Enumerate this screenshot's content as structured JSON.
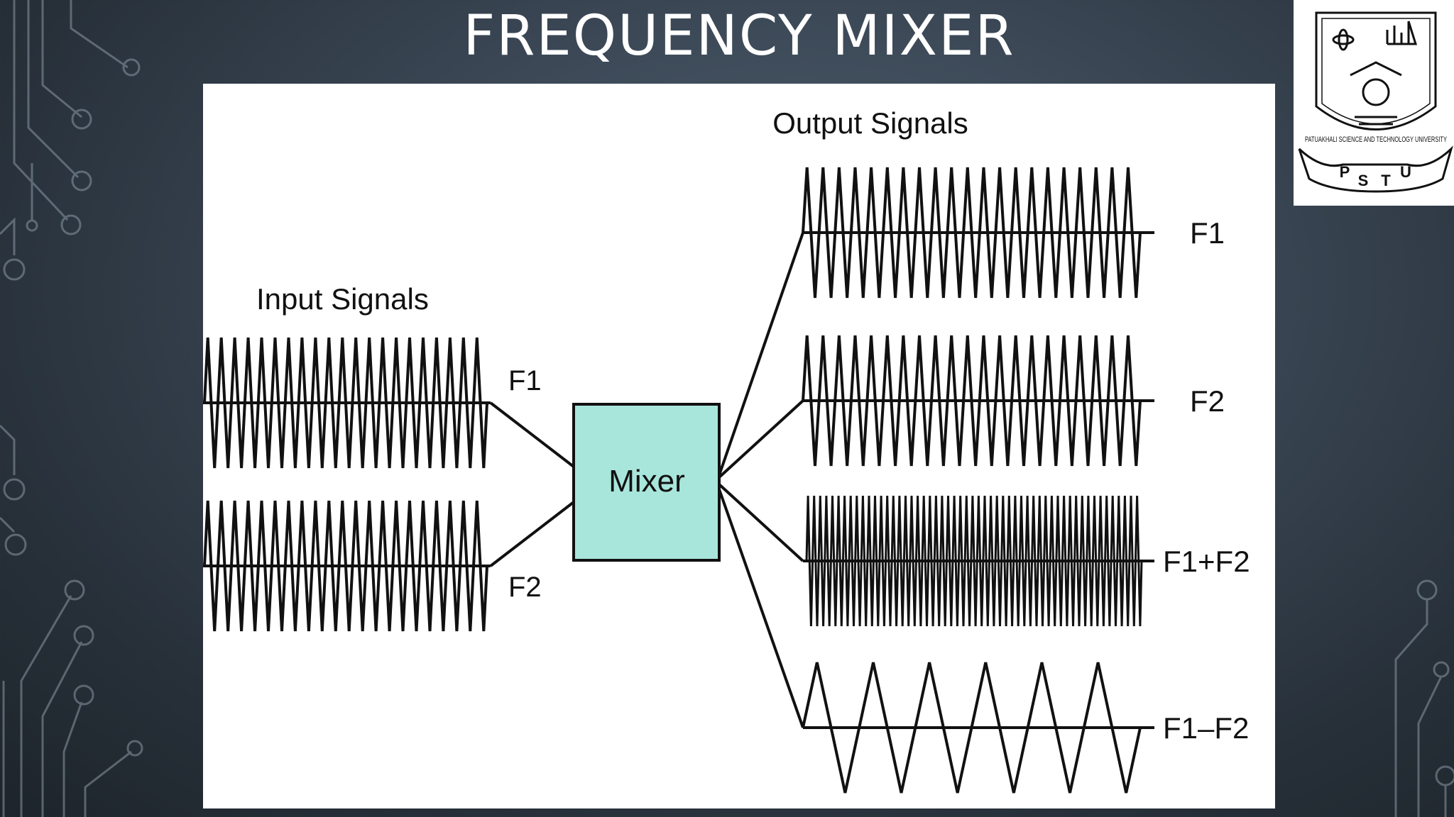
{
  "slide": {
    "title": "FREQUENCY MIXER"
  },
  "diagram": {
    "input_heading": "Input Signals",
    "output_heading": "Output Signals",
    "mixer_label": "Mixer",
    "mixer_color": "#a8e6dc",
    "inputs": [
      {
        "label": "F1"
      },
      {
        "label": "F2"
      }
    ],
    "outputs": [
      {
        "label": "F1"
      },
      {
        "label": "F2"
      },
      {
        "label": "F1+F2"
      },
      {
        "label": "F1–F2"
      }
    ]
  },
  "logo": {
    "arc_text": "PATUAKHALI SCIENCE AND TECHNOLOGY UNIVERSITY",
    "ribbon_letters": [
      "P",
      "S",
      "T",
      "U"
    ]
  }
}
